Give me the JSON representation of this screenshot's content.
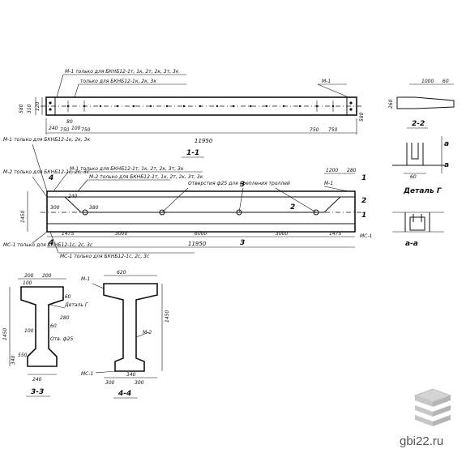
{
  "watermark": {
    "text": "gbi22.ru",
    "logo_icon": "stacked-slabs-logo"
  },
  "colors": {
    "ink": "#111111",
    "watermark_text": "#555555",
    "logo": "#bfbfbf"
  },
  "top_view": {
    "note_m1": "М-1 только для БКНБ12-1т, 1к, 2т, 2к, 3т, 3к",
    "note_only": "только для БКНБ12-1к, 2к, 3к",
    "tag_m1": "М-1",
    "dim_310": "310",
    "dim_120": "120",
    "dim_580": "580",
    "dim_240": "240",
    "dim_750_a": "750",
    "dim_750_b": "750",
    "dim_750_c": "750",
    "dim_750_d": "750",
    "dim_80": "80",
    "dim_100": "100",
    "dim_total": "11950"
  },
  "elevation": {
    "section_title": "1-1",
    "left_note_m1": "М-1 только для БКНБ12-1к, 2к, 3к",
    "left_note_m2": "М-2 только для БКНБ12-1с, 2с, 3с",
    "left_note_mc": "МС-1 только для БКНБ12-1с, 2с, 3с",
    "note_top_m1": "М-1 только для БКНБ12-1т, 1к, 2т, 2к, 3т, 3к",
    "note_top_m2": "М-2 только для БКНБ12-1т, 1к, 2т, 2к, 3т, 3к",
    "holes_note": "Отверстия ф25 для крепления троллей",
    "tag_m1": "М-1",
    "tag_mc1": "МС-1",
    "dim_1200": "1200",
    "dim_280": "280",
    "dim_1450": "1450",
    "dim_300": "300",
    "dim_240": "240",
    "dim_380": "380",
    "dim_1475_a": "1475",
    "dim_3000_a": "3000",
    "dim_6000": "6000",
    "dim_3000_b": "3000",
    "dim_1475_b": "1475",
    "dim_total": "11950",
    "mark_1": "1",
    "mark_2": "2",
    "mark_3": "3",
    "mark_4": "4",
    "bottom_note": "МС-1 только для БКНБ12-1с, 2с, 3с"
  },
  "detail_2_2": {
    "title": "2-2",
    "dim_1000": "1000",
    "dim_260": "260",
    "dim_60": "60"
  },
  "detail_g": {
    "title": "Деталь Г",
    "dim_60": "60",
    "mark_a": "a"
  },
  "detail_a_a": {
    "title": "а-а"
  },
  "section_3_3": {
    "title": "3-3",
    "dim_200_a": "200",
    "dim_200_b": "200",
    "dim_100": "100",
    "dim_340": "340",
    "dim_280": "280",
    "dim_160": "160",
    "dim_1450": "1450",
    "dim_100_b": "100",
    "dim_60": "60",
    "dim_550": "550",
    "dim_240": "240",
    "hole_note": "Отв. ф25",
    "detail_ref": "Деталь Г"
  },
  "section_4_4": {
    "title": "4-4",
    "dim_620": "620",
    "dim_1450": "1450",
    "dim_300_a": "300",
    "dim_300_b": "300",
    "dim_340": "340",
    "tag_m1": "М-1",
    "tag_m2": "М-2",
    "tag_mc1": "МС-1"
  }
}
